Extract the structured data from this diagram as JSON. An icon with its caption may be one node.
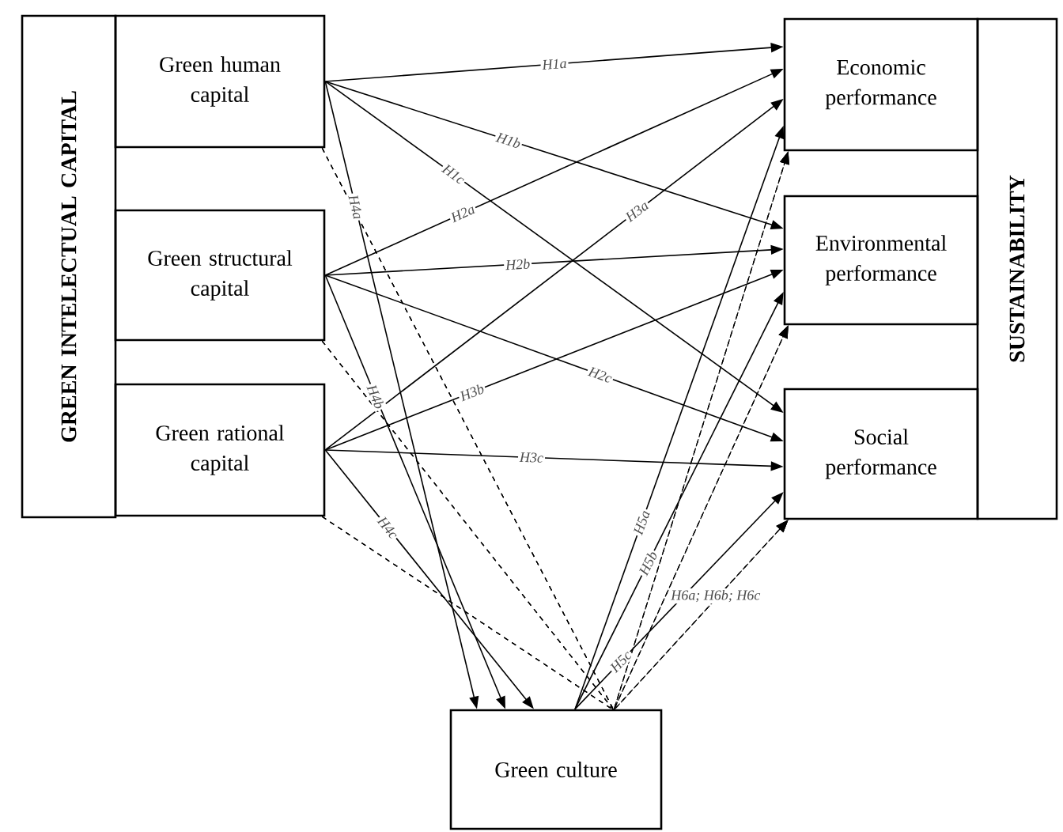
{
  "diagram": {
    "nodes": [
      {
        "text": [
          "GREEN INTELECTUAL CAPITAL"
        ]
      },
      {
        "text": [
          "Green human capital"
        ]
      },
      {
        "text": [
          "Green structural capital"
        ]
      },
      {
        "text": [
          "Green rational capital"
        ]
      },
      {
        "text": [
          "Economic performance"
        ]
      },
      {
        "text": [
          "Environmental performance"
        ]
      },
      {
        "text": [
          "Social performance"
        ]
      },
      {
        "text": [
          "SUSTAINABILITY"
        ]
      },
      {
        "text": [
          "Green culture"
        ]
      }
    ],
    "edges": [
      {
        "from": 1,
        "to": 4,
        "arrow": "to",
        "label": "H1a"
      },
      {
        "from": 1,
        "to": 5,
        "arrow": "to",
        "label": "H1b"
      },
      {
        "from": 1,
        "to": 6,
        "arrow": "to",
        "label": "H1c"
      },
      {
        "from": 2,
        "to": 4,
        "arrow": "to",
        "label": "H2a"
      },
      {
        "from": 2,
        "to": 5,
        "arrow": "to",
        "label": "H2b"
      },
      {
        "from": 2,
        "to": 6,
        "arrow": "to",
        "label": "H2c"
      },
      {
        "from": 3,
        "to": 4,
        "arrow": "to",
        "label": "H3a"
      },
      {
        "from": 3,
        "to": 5,
        "arrow": "to",
        "label": "H3b"
      },
      {
        "from": 3,
        "to": 6,
        "arrow": "to",
        "label": "H3c"
      },
      {
        "from": 1,
        "to": 8,
        "arrow": "to",
        "label": "H4a"
      },
      {
        "from": 2,
        "to": 8,
        "arrow": "to",
        "label": "H4b"
      },
      {
        "from": 3,
        "to": 8,
        "arrow": "to",
        "label": "H4c"
      },
      {
        "from": 8,
        "to": 4,
        "arrow": "to",
        "label": "H5a"
      },
      {
        "from": 8,
        "to": 5,
        "arrow": "to",
        "label": "H5b"
      },
      {
        "from": 8,
        "to": 6,
        "arrow": "to",
        "label": "H5c"
      },
      {
        "from": 1,
        "to": 4,
        "arrow": "to",
        "style": "dashed"
      },
      {
        "from": 1,
        "to": 5,
        "arrow": "to",
        "style": "dashed"
      },
      {
        "from": 1,
        "to": 6,
        "arrow": "to",
        "style": "dashed"
      },
      {
        "from": 2,
        "to": 4,
        "arrow": "to",
        "style": "dashed"
      },
      {
        "from": 2,
        "to": 5,
        "arrow": "to",
        "style": "dashed"
      },
      {
        "from": 2,
        "to": 6,
        "arrow": "to",
        "style": "dashed"
      },
      {
        "from": 3,
        "to": 4,
        "arrow": "to",
        "style": "dashed"
      },
      {
        "from": 3,
        "to": 5,
        "arrow": "to",
        "style": "dashed"
      },
      {
        "from": 3,
        "to": 6,
        "arrow": "to",
        "style": "dashed",
        "label": "H6a; H6b; H6c"
      }
    ]
  }
}
